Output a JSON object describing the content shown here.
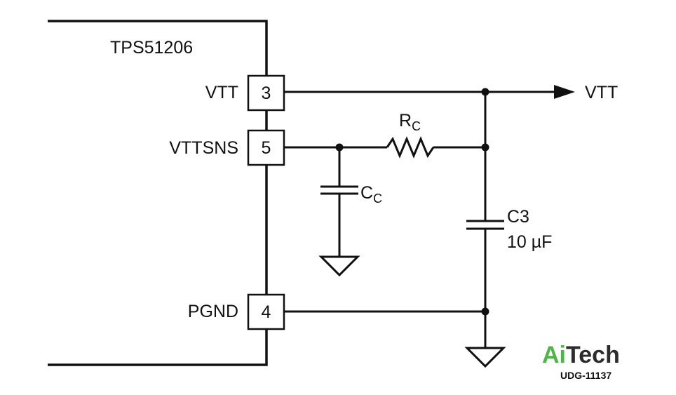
{
  "chip": {
    "name": "TPS51206"
  },
  "pins": [
    {
      "label": "VTT",
      "number": "3"
    },
    {
      "label": "VTTSNS",
      "number": "5"
    },
    {
      "label": "PGND",
      "number": "4"
    }
  ],
  "output": {
    "label": "VTT"
  },
  "components": {
    "rc": {
      "main": "R",
      "sub": "C"
    },
    "cc": {
      "main": "C",
      "sub": "C"
    },
    "c3": {
      "name": "C3",
      "value": "10 µF"
    }
  },
  "logo": {
    "part1": "Ai",
    "part2": "Tech",
    "color1": "#4cb748",
    "color2": "#2c2c2c"
  },
  "drawing_id": "UDG-11137"
}
